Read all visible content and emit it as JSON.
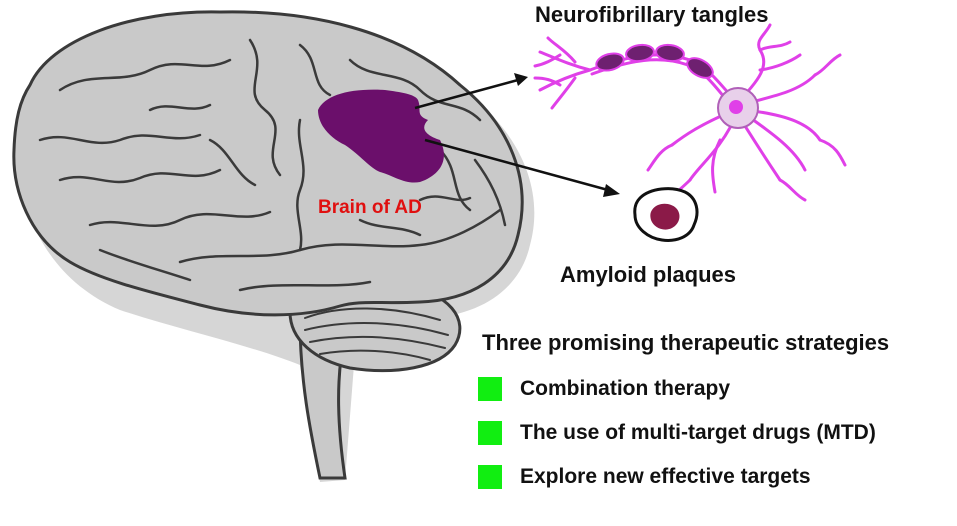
{
  "labels": {
    "tangles": "Neurofibrillary tangles",
    "plaques": "Amyloid plaques",
    "brain_region": "Brain of AD"
  },
  "strategies": {
    "title": "Three promising therapeutic strategies",
    "items": [
      {
        "text": "Combination therapy"
      },
      {
        "text": "The use of multi-target drugs (MTD)"
      },
      {
        "text": "Explore new effective targets"
      }
    ]
  },
  "colors": {
    "brain_fill": "#c9c9c9",
    "brain_shadow": "#d6d6d6",
    "outline": "#3a3a3a",
    "region": "#6b0f6b",
    "neuron": "#e040e8",
    "plaque_core": "#8b1a48",
    "label_red": "#e01010",
    "bullet_green": "#11ee11"
  }
}
